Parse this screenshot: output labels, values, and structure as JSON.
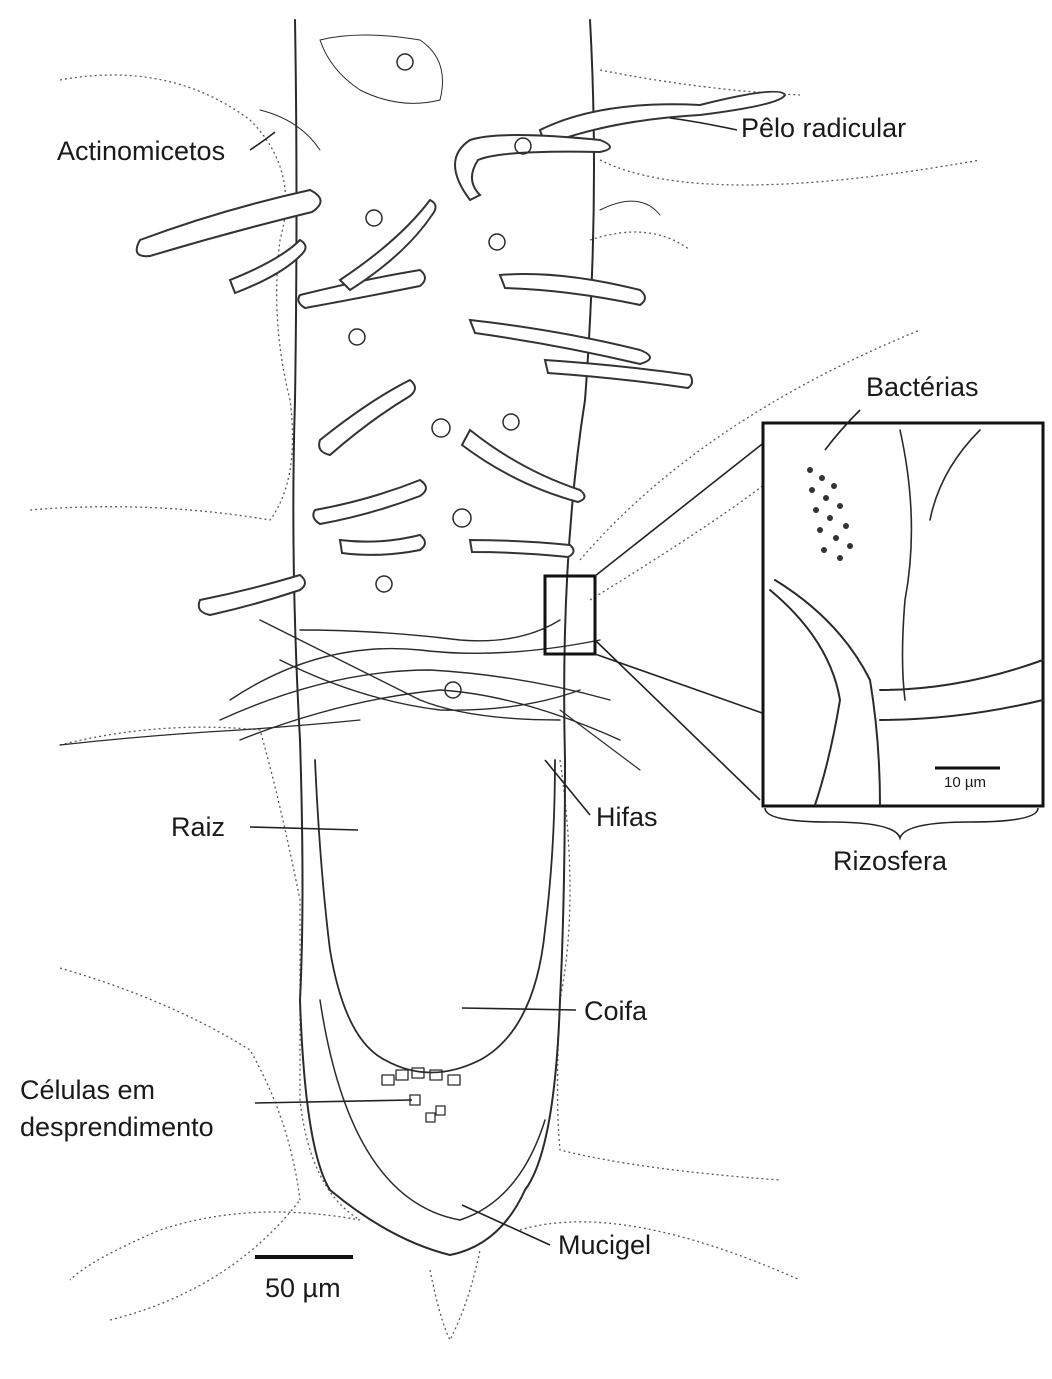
{
  "labels": {
    "actinomicetos": "Actinomicetos",
    "pelo_radicular": "Pêlo radicular",
    "bacterias": "Bactérias",
    "raiz": "Raiz",
    "hifas": "Hifas",
    "rizosfera": "Rizosfera",
    "coifa": "Coifa",
    "celulas_line1": "Células em",
    "celulas_line2": "desprendimento",
    "mucigel": "Mucigel",
    "scale_main": "50 µm",
    "scale_inset": "10 µm"
  },
  "colors": {
    "ink": "#2a2a2a",
    "background": "#ffffff"
  }
}
